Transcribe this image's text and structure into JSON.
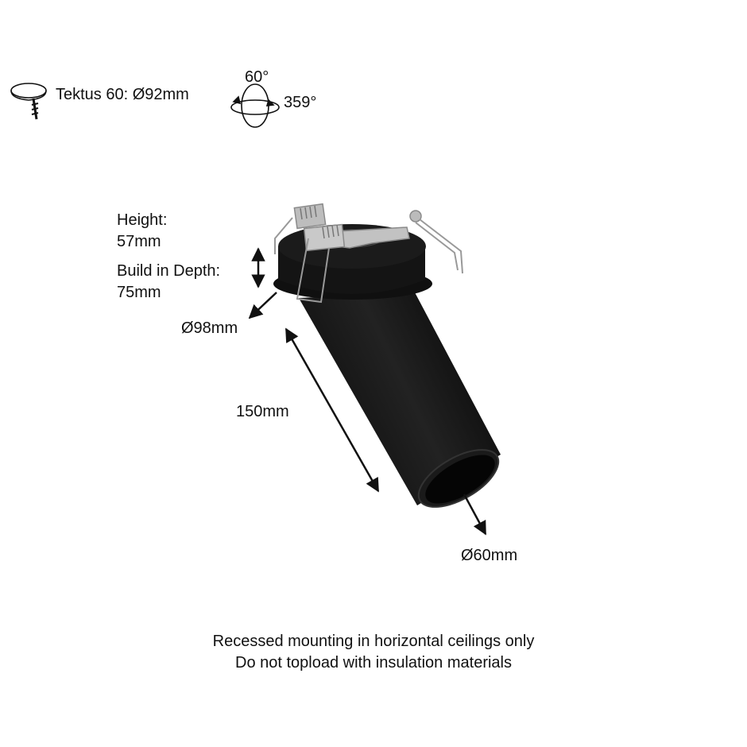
{
  "header": {
    "cutout_label": "Tektus 60: Ø92mm",
    "tilt_label": "60°",
    "rotation_label": "359°"
  },
  "dimensions": {
    "height_title": "Height:",
    "height_value": "57mm",
    "depth_title": "Build in Depth:",
    "depth_value": "75mm",
    "flange_diameter": "Ø98mm",
    "tube_length": "150mm",
    "tube_diameter": "Ø60mm"
  },
  "notes": {
    "line1": "Recessed mounting in horizontal ceilings only",
    "line2": "Do not topload with insulation materials"
  },
  "colors": {
    "product_body": "#141414",
    "clip_metal": "#b5b5b5",
    "arrows": "#111111"
  },
  "icons": [
    "ceiling-cutout-icon",
    "tilt-rotate-icon"
  ]
}
